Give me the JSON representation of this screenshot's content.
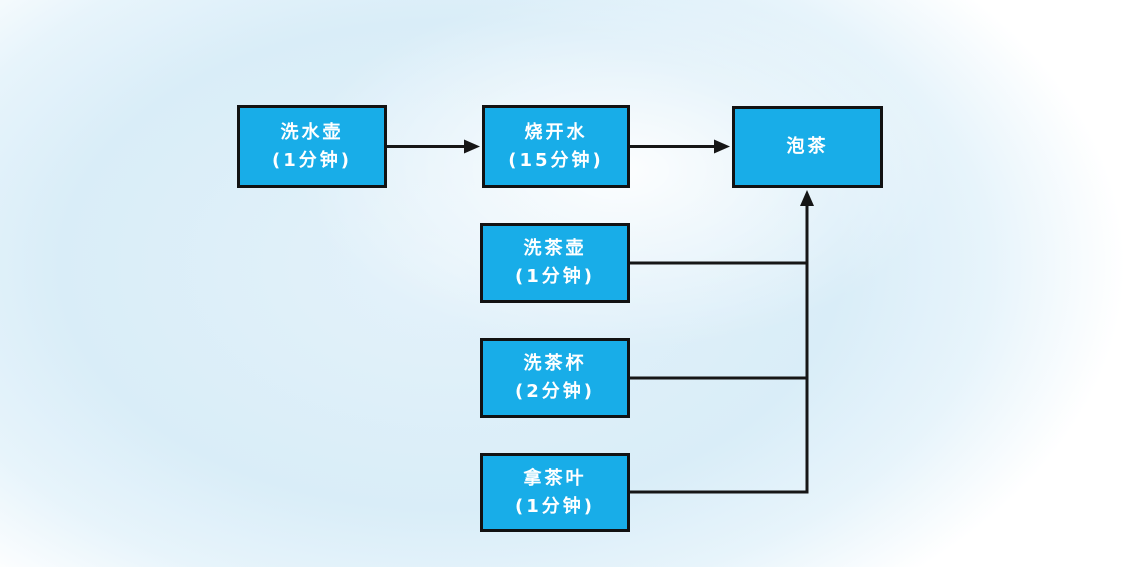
{
  "diagram": {
    "description": "Tea brewing process flowchart",
    "colors": {
      "node_fill": "#18ade8",
      "node_border": "#121212",
      "connector": "#161616",
      "node_text": "#ffffff",
      "background_tint": "#d9edf8"
    },
    "nodes": [
      {
        "id": "wash-kettle",
        "label": "洗水壶",
        "duration": "(1分钟)"
      },
      {
        "id": "boil-water",
        "label": "烧开水",
        "duration": "(15分钟)"
      },
      {
        "id": "brew-tea",
        "label": "泡茶",
        "duration": ""
      },
      {
        "id": "wash-teapot",
        "label": "洗茶壶",
        "duration": "(1分钟)"
      },
      {
        "id": "wash-teacups",
        "label": "洗茶杯",
        "duration": "(2分钟)"
      },
      {
        "id": "take-tea-leaves",
        "label": "拿茶叶",
        "duration": "(1分钟)"
      }
    ],
    "edges": [
      {
        "from": "wash-kettle",
        "to": "boil-water",
        "arrow": true
      },
      {
        "from": "boil-water",
        "to": "brew-tea",
        "arrow": true
      },
      {
        "from": "wash-teapot",
        "to": "brew-tea",
        "arrow": true
      },
      {
        "from": "wash-teacups",
        "to": "brew-tea",
        "arrow": true
      },
      {
        "from": "take-tea-leaves",
        "to": "brew-tea",
        "arrow": true
      }
    ]
  }
}
